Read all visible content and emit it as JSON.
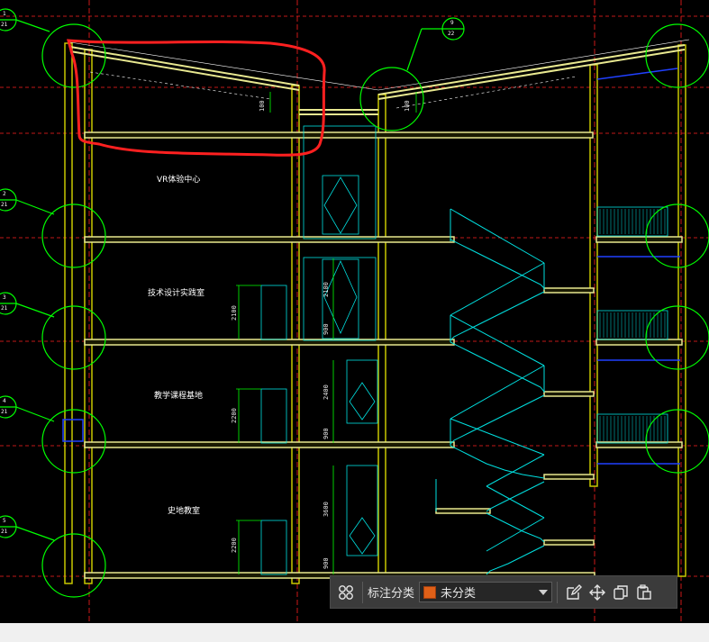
{
  "drawing": {
    "rooms": [
      {
        "name": "VR体验中心"
      },
      {
        "name": "技术设计实践室"
      },
      {
        "name": "教学课程基地"
      },
      {
        "name": "史地教室"
      }
    ],
    "dimensions": {
      "roof_a": "100",
      "roof_b": "100",
      "floor2_door": "2100",
      "floor2_stair_top": "2100",
      "floor2_stair_bottom": "900",
      "floor3_door": "2200",
      "floor3_stair_top": "2400",
      "floor3_stair_bottom": "900",
      "floor4_door": "2200",
      "floor4_stair_top": "3600",
      "floor4_stair_bottom": "900"
    },
    "detail_bubbles": [
      {
        "num": "1",
        "sheet": "21"
      },
      {
        "num": "2",
        "sheet": "21"
      },
      {
        "num": "3",
        "sheet": "21"
      },
      {
        "num": "4",
        "sheet": "21"
      },
      {
        "num": "5",
        "sheet": "21"
      },
      {
        "num": "9",
        "sheet": "22"
      }
    ],
    "colors": {
      "background": "#000000",
      "wall": "#c8c800",
      "slab": "#e8e890",
      "stair": "#00e0e0",
      "detail_circle": "#00ff00",
      "grid": "#ff0000",
      "markup": "#ff2020",
      "railing": "#0000ff"
    }
  },
  "toolbar": {
    "label": "标注分类",
    "category_value": "未分类",
    "category_color": "#e06018",
    "icons": [
      "grid-apps-icon",
      "edit-icon",
      "move-icon",
      "copy-icon",
      "paste-icon"
    ]
  }
}
